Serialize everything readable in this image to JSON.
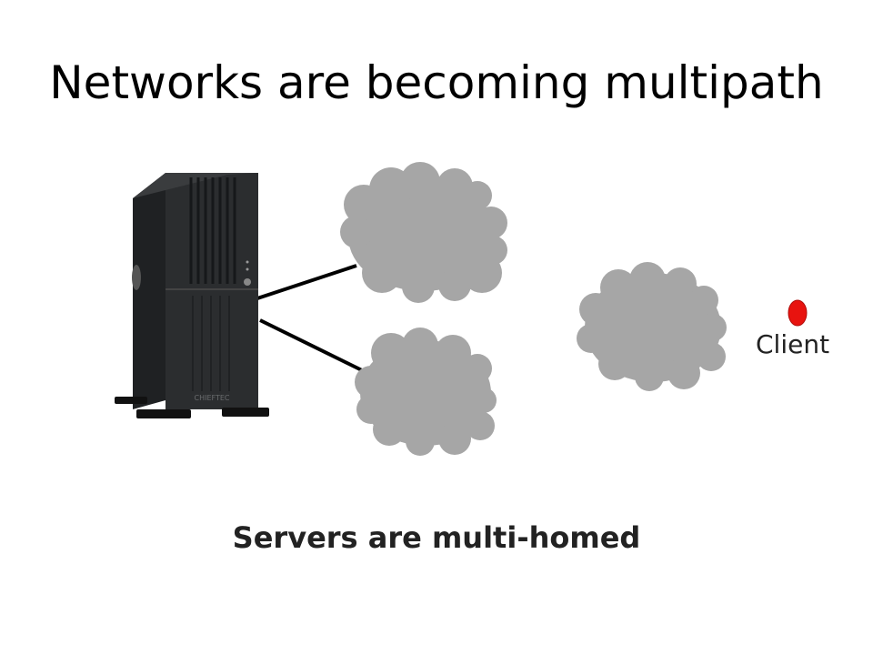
{
  "slide": {
    "title": "Networks are becoming multipath",
    "subtitle": "Servers are multi-homed"
  },
  "diagram": {
    "client_label": "Client",
    "server_brand": "CHIEFTEC",
    "colors": {
      "cloud": "#a6a6a6",
      "client_node": "#e8130f",
      "link": "#000000",
      "server_body": "#2b2d2f"
    }
  }
}
